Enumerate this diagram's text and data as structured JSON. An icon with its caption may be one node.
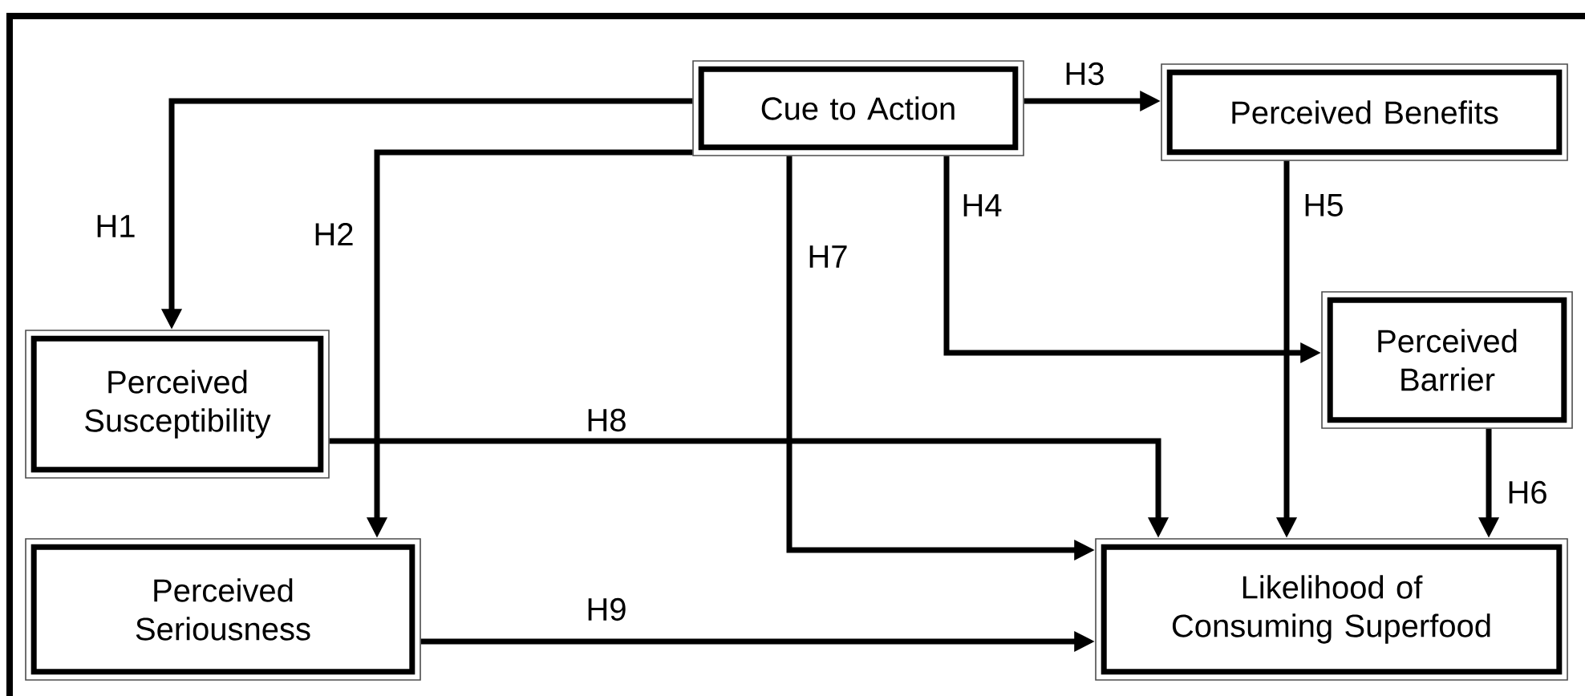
{
  "diagram": {
    "nodes": [
      {
        "text": [
          "Cue to Action"
        ]
      },
      {
        "text": [
          "Perceived Benefits"
        ]
      },
      {
        "text": [
          "Perceived Susceptibility"
        ]
      },
      {
        "text": [
          "Perceived Barrier"
        ]
      },
      {
        "text": [
          "Perceived Seriousness"
        ]
      },
      {
        "text": [
          "Likelihood of Consuming Superfood"
        ]
      }
    ],
    "edges": [
      {
        "from": 0,
        "to": 2,
        "arrow": "to",
        "label": "H1"
      },
      {
        "from": 0,
        "to": 4,
        "arrow": "to",
        "label": "H2"
      },
      {
        "from": 0,
        "to": 1,
        "arrow": "to",
        "label": "H3"
      },
      {
        "from": 0,
        "to": 3,
        "arrow": "to",
        "label": "H4"
      },
      {
        "from": 1,
        "to": 5,
        "arrow": "to",
        "label": "H5"
      },
      {
        "from": 3,
        "to": 5,
        "arrow": "to",
        "label": "H6"
      },
      {
        "from": 0,
        "to": 5,
        "arrow": "to",
        "label": "H7"
      },
      {
        "from": 2,
        "to": 5,
        "arrow": "to",
        "label": "H8"
      },
      {
        "from": 4,
        "to": 5,
        "arrow": "to",
        "label": "H9"
      }
    ]
  }
}
